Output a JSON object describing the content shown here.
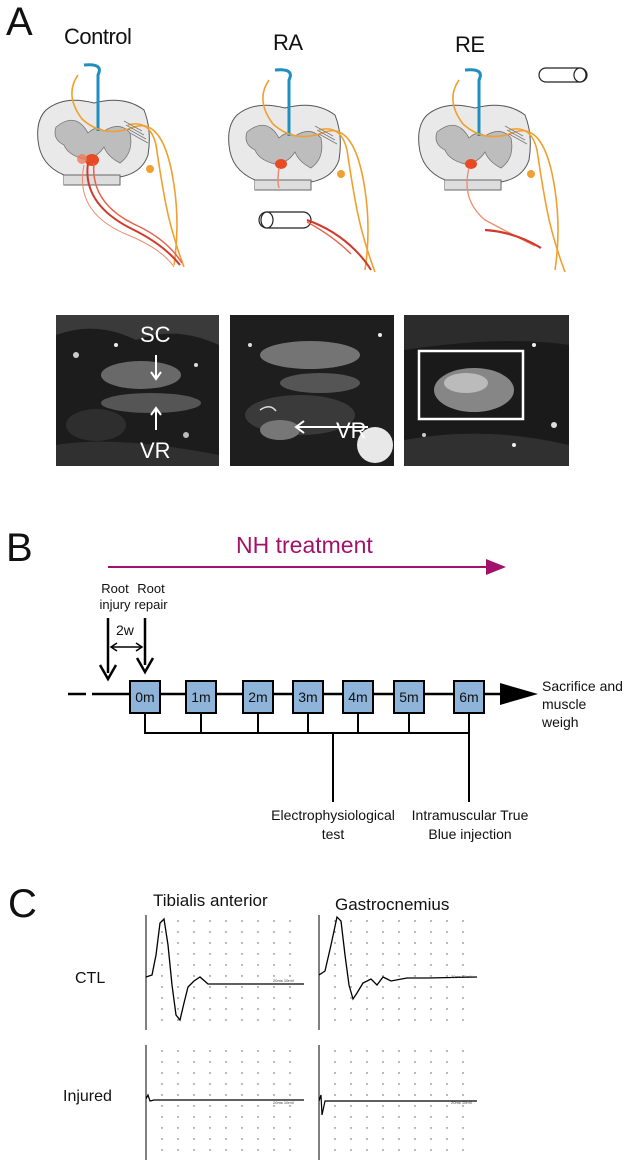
{
  "panel_a": {
    "letter": "A",
    "conditions": [
      "Control",
      "RA",
      "RE"
    ],
    "photo_labels": {
      "sc": "SC",
      "vr1": "VR",
      "vr2": "VR"
    }
  },
  "panel_b": {
    "letter": "B",
    "treatment_label": "NH treatment",
    "treatment_color": "#a2126a",
    "root_injury": "Root injury",
    "root_repair": "Root repair",
    "interval": "2w",
    "timepoints": [
      "0m",
      "1m",
      "2m",
      "3m",
      "4m",
      "5m",
      "6m"
    ],
    "timepoint_color": "#8eb4d9",
    "endpoint": "Sacrifice and muscle weigh",
    "electro_test": "Electrophysiological test",
    "true_blue": "Intramuscular True Blue injection"
  },
  "panel_c": {
    "letter": "C",
    "muscles": [
      "Tibialis anterior",
      "Gastrocnemius"
    ],
    "rows": [
      "CTL",
      "Injured"
    ],
    "scale_label": "20ms 10mV"
  },
  "colors": {
    "motor_axon": "#1f8fc0",
    "sensory_axon": "#f0a030",
    "motor_neuron": "#e04020",
    "nerve": "#d03a2a"
  }
}
